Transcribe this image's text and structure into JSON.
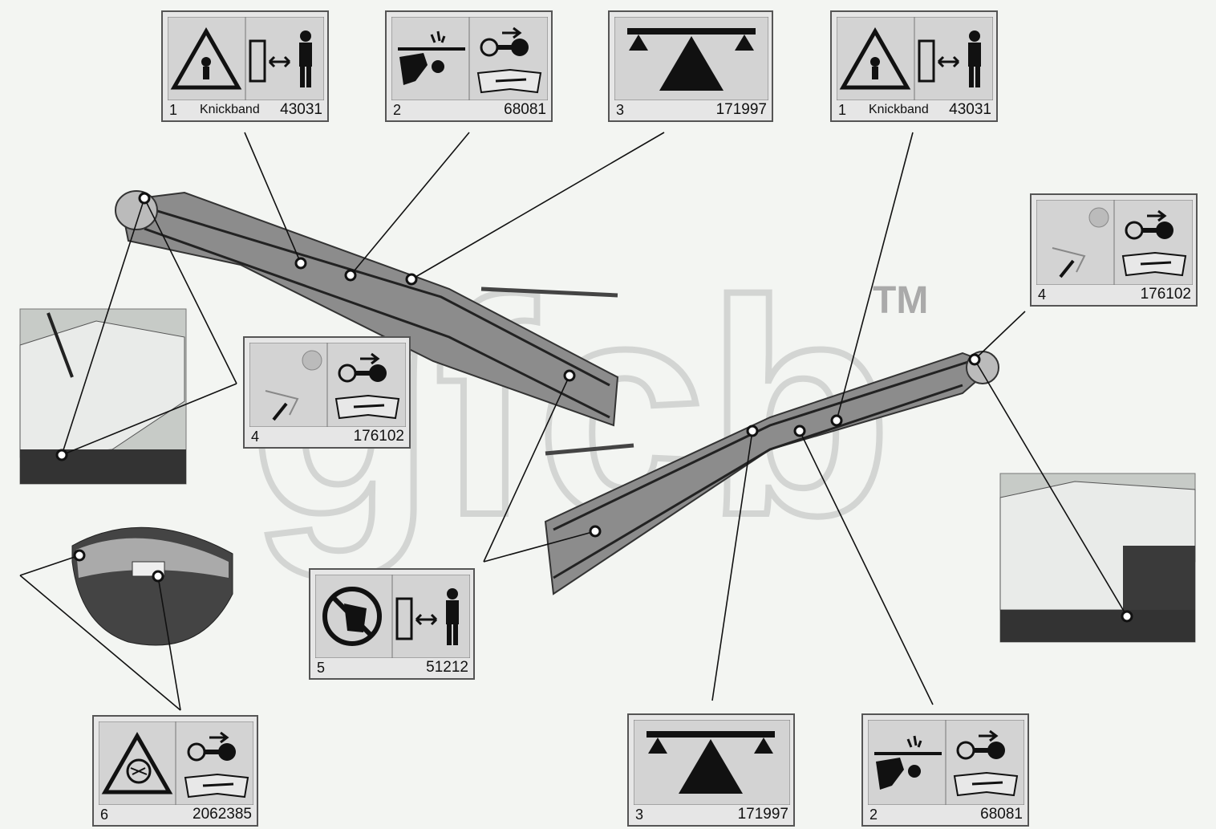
{
  "watermark": {
    "text": "gfcb",
    "tm": "TM"
  },
  "labels": [
    {
      "id": "l1a",
      "num": "1",
      "text": "Knickband",
      "code": "43031"
    },
    {
      "id": "l2a",
      "num": "2",
      "text": "",
      "code": "68081"
    },
    {
      "id": "l3a",
      "num": "3",
      "text": "",
      "code": "171997"
    },
    {
      "id": "l1b",
      "num": "1",
      "text": "Knickband",
      "code": "43031"
    },
    {
      "id": "l4a",
      "num": "4",
      "text": "",
      "code": "176102"
    },
    {
      "id": "l4b",
      "num": "4",
      "text": "",
      "code": "176102"
    },
    {
      "id": "l5",
      "num": "5",
      "text": "",
      "code": "51212"
    },
    {
      "id": "l6",
      "num": "6",
      "text": "",
      "code": "2062385"
    },
    {
      "id": "l3b",
      "num": "3",
      "text": "",
      "code": "171997"
    },
    {
      "id": "l2b",
      "num": "2",
      "text": "",
      "code": "68081"
    }
  ],
  "icons": {
    "warning_triangle": "warning-triangle-icon",
    "distance": "keep-distance-icon",
    "key": "remove-key-icon",
    "manual": "read-manual-icon",
    "balance": "balance-seesaw-icon",
    "no_hand": "no-touch-hand-icon",
    "stop": "stop-icon",
    "crush_hand": "crush-hand-icon"
  }
}
